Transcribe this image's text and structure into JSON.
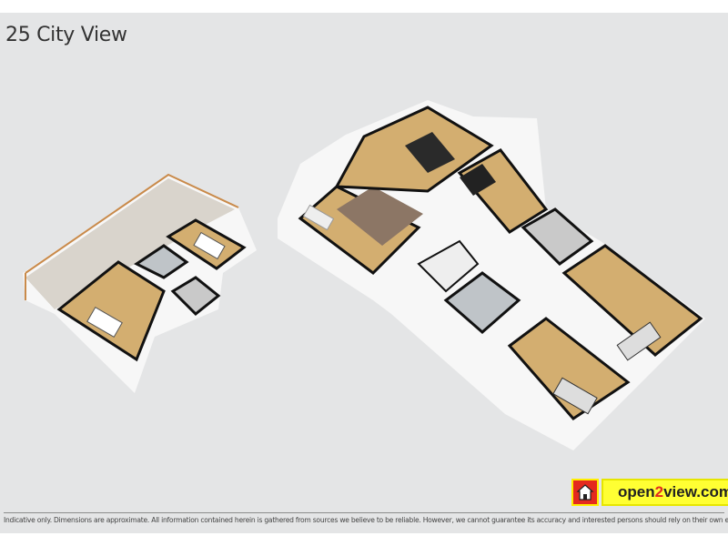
{
  "title": "25 City View",
  "logo": {
    "brand": "open2view.com",
    "icon": "house-icon",
    "colors": {
      "red": "#e42a1e",
      "yellow": "#ffff33"
    }
  },
  "disclaimer": "Indicative only. Dimensions are approximate. All information contained herein is gathered from sources we believe to be reliable. However, we cannot guarantee its accuracy and interested persons should rely on their own enquiries."
}
